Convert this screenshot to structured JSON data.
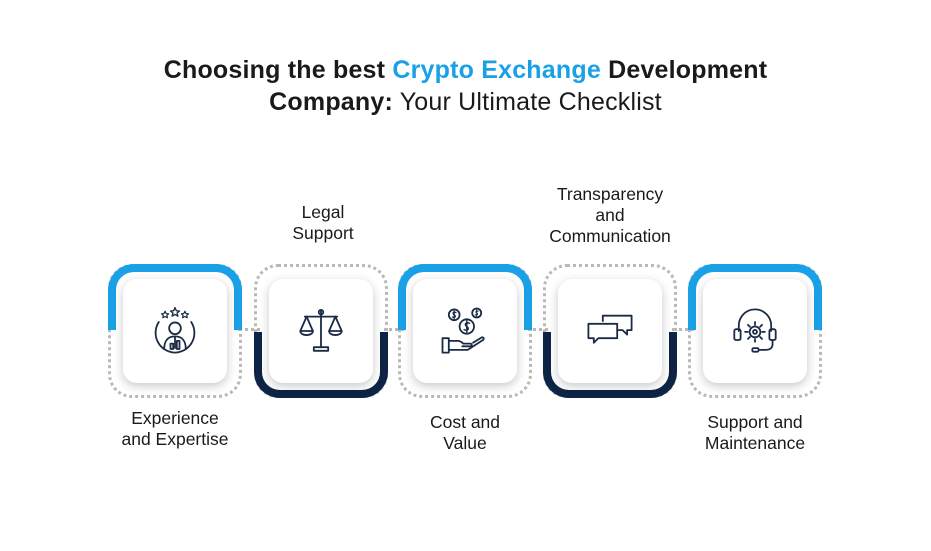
{
  "title": {
    "part1": "Choosing the best ",
    "accent": "Crypto Exchange",
    "part2": " Development",
    "part3": "Company:",
    "part4": " Your Ultimate Checklist"
  },
  "steps": [
    {
      "label_line1": "Experience",
      "label_line2": "and Expertise",
      "icon": "expert-user-icon"
    },
    {
      "label_line1": "Legal",
      "label_line2": "Support",
      "icon": "scales-icon"
    },
    {
      "label_line1": "Cost and",
      "label_line2": "Value",
      "icon": "coins-hand-icon"
    },
    {
      "label_line1": "Transparency",
      "label_line2": "and",
      "label_line3": "Communication",
      "icon": "chat-bubbles-icon"
    },
    {
      "label_line1": "Support and",
      "label_line2": "Maintenance",
      "icon": "headset-gear-icon"
    }
  ],
  "colors": {
    "accent": "#1aa0e6",
    "navy": "#0d2444",
    "dots": "#b9b9b9"
  }
}
